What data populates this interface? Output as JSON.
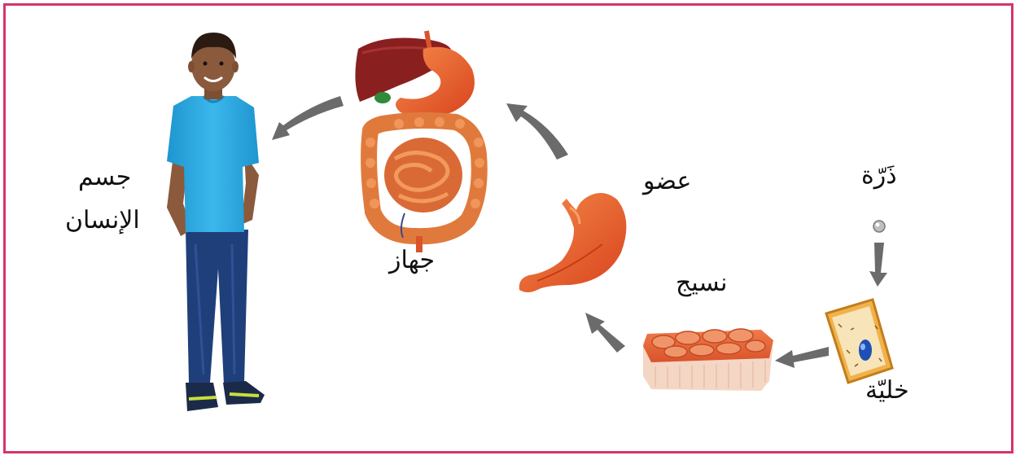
{
  "labels": {
    "atom": "ذَرّة",
    "cell": "خليّة",
    "tissue": "نسيج",
    "organ": "عضو",
    "system": "جهاز",
    "body_line1": "جسم",
    "body_line2": "الإنسان"
  },
  "colors": {
    "frame": "#d6336c",
    "arrow": "#6b6b6b",
    "stomach": "#e8572a",
    "liver": "#8a1f1f",
    "intestine": "#e07a3c",
    "shirt": "#29a8e0",
    "jeans": "#1f3f7a",
    "skin": "#8b5a3c",
    "tissue": "#e66a3a",
    "cell": "#f2b14a"
  },
  "icons": [
    "boy-image",
    "digestive-system-image",
    "stomach-image",
    "tissue-image",
    "cell-image",
    "atom-image"
  ]
}
